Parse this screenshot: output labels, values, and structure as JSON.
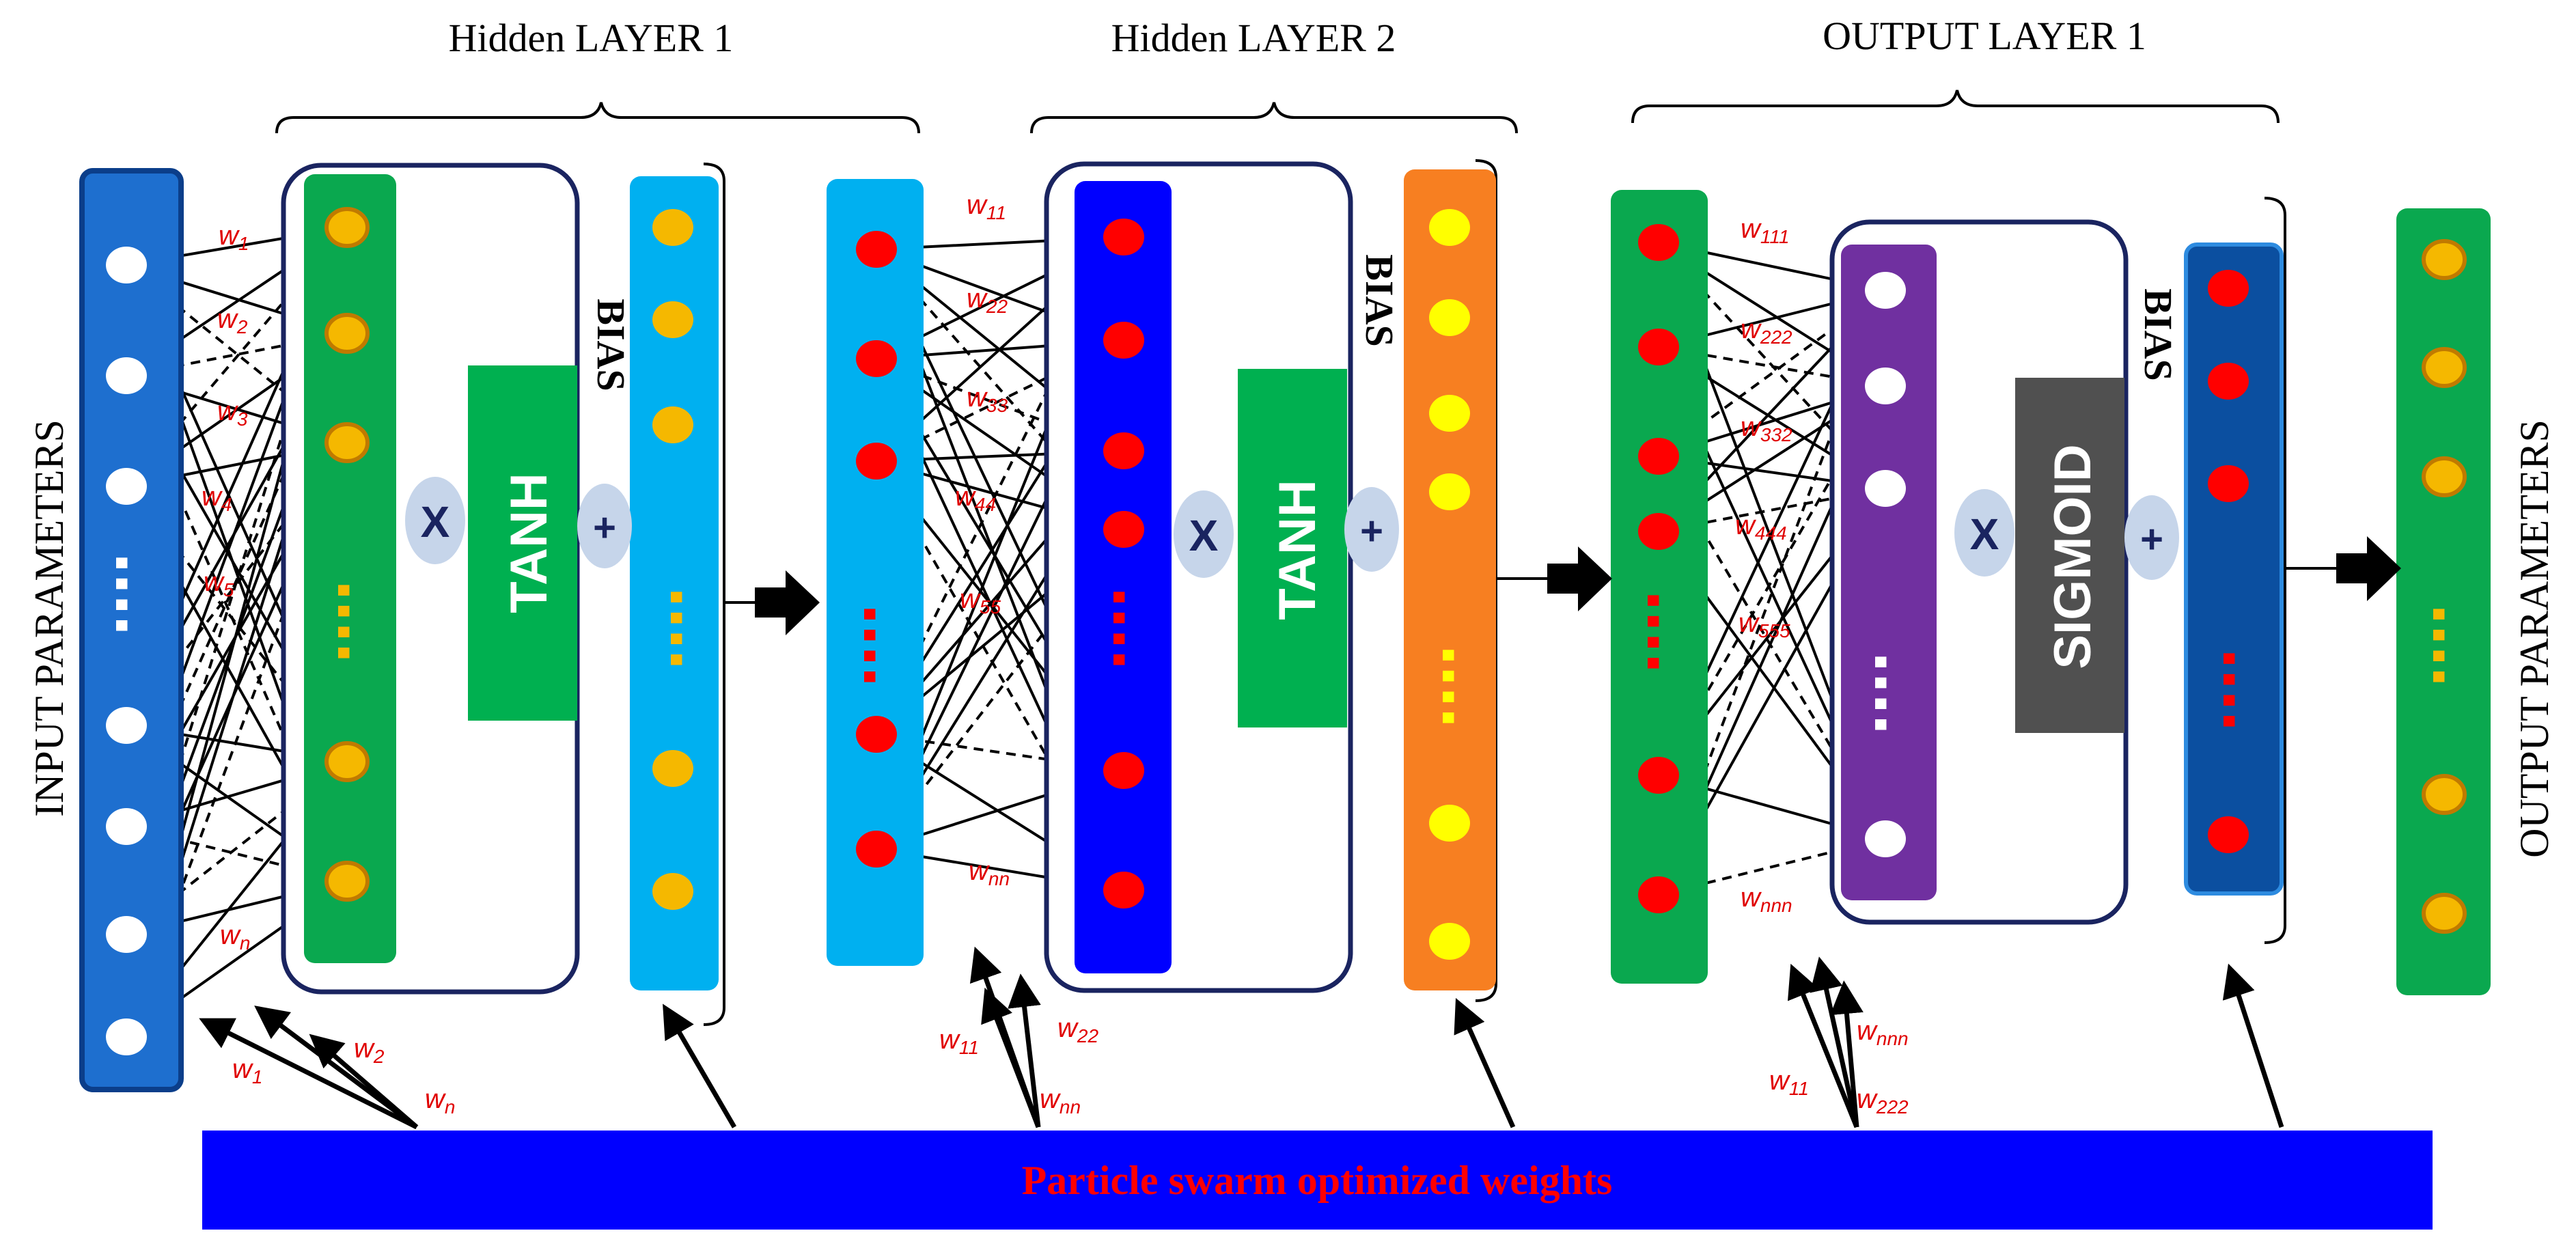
{
  "layers": {
    "hidden1": "Hidden LAYER 1",
    "hidden2": "Hidden LAYER 2",
    "output1": "OUTPUT LAYER 1"
  },
  "side_labels": {
    "input": "INPUT PARAMETERS",
    "output": "OUTPUT PARAMETERS"
  },
  "bias_label": "BIAS",
  "activations": {
    "tanh": "TANH",
    "sigmoid": "SIGMOID"
  },
  "operators": {
    "multiply": "X",
    "add": "+"
  },
  "ellipsis": "....",
  "weights": {
    "input": [
      "w1",
      "w2",
      "w3",
      "w4",
      "w5",
      "wn"
    ],
    "pso_input": [
      "w1",
      "w2",
      "wn"
    ],
    "hidden": [
      "w11",
      "w22",
      "w33",
      "w44",
      "w55",
      "wnn"
    ],
    "pso_hidden": [
      "w11",
      "w22",
      "wnn"
    ],
    "output": [
      "w111",
      "w222",
      "w332",
      "w444",
      "w555",
      "wnnn"
    ],
    "pso_output": [
      "w11",
      "w222",
      "wnnn"
    ]
  },
  "pso_bar": "Particle swarm optimized weights",
  "colors": {
    "input_bar": "#1e6fcf",
    "hidden_green": "#0aa84f",
    "bias_cyan": "#00b0f0",
    "hidden2_blue": "#0000ff",
    "bias_orange": "#f77f21",
    "output_purple": "#7030a0",
    "output_bias_blue": "#0b4fa0",
    "tanh_green": "#00b050",
    "sigmoid_gray": "#505050",
    "pso_blue": "#0000ff",
    "node_red": "#ff0000",
    "node_orange": "#f5b800",
    "node_yellow": "#ffff00",
    "weight_text": "#e00000",
    "frame": "#1a2460"
  }
}
